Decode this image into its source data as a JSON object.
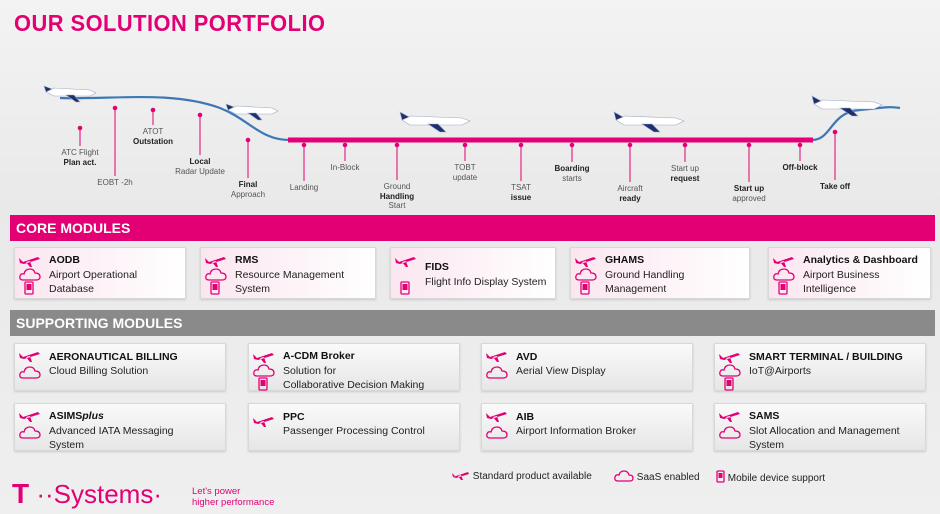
{
  "title": "OUR SOLUTION PORTFOLIO",
  "colors": {
    "magenta": "#e20074",
    "grey_band": "#8a8a8a",
    "flight_line": "#3d78b4"
  },
  "timeline": {
    "events": [
      {
        "line1": "ATC Flight",
        "line2": "Plan act.",
        "bold": 2
      },
      {
        "line1": "EOBT -2h",
        "line2": "",
        "bold": 0
      },
      {
        "line1": "ATOT",
        "line2": "Outstation",
        "bold": 2
      },
      {
        "line1": "Local",
        "line2": "Radar Update",
        "bold": 1
      },
      {
        "line1": "Final",
        "line2": "Approach",
        "bold": 1
      },
      {
        "line1": "Landing",
        "line2": "",
        "bold": 0
      },
      {
        "line1": "In-Block",
        "line2": "",
        "bold": 0
      },
      {
        "line1": "Ground",
        "line2": "Handling",
        "line3": "Start",
        "bold": 2
      },
      {
        "line1": "TOBT",
        "line2": "update",
        "bold": 0
      },
      {
        "line1": "TSAT",
        "line2": "issue",
        "bold": 2
      },
      {
        "line1": "Boarding",
        "line2": "starts",
        "bold": 1
      },
      {
        "line1": "Aircraft",
        "line2": "ready",
        "bold": 2
      },
      {
        "line1": "Start up",
        "line2": "request",
        "bold": 2
      },
      {
        "line1": "Start up",
        "line2": "approved",
        "bold": 1
      },
      {
        "line1": "Off-block",
        "line2": "",
        "bold": 1
      },
      {
        "line1": "Take off",
        "line2": "",
        "bold": 1
      }
    ]
  },
  "core": {
    "heading": "CORE MODULES",
    "modules": [
      {
        "name": "AODB",
        "desc1": "Airport Operational",
        "desc2": "Database",
        "icons": [
          "plane-icon",
          "cloud-icon",
          "mobile-icon"
        ]
      },
      {
        "name": "RMS",
        "desc1": "Resource Management",
        "desc2": "System",
        "icons": [
          "plane-icon",
          "cloud-icon",
          "mobile-icon"
        ]
      },
      {
        "name": "FIDS",
        "desc1": "Flight Info Display System",
        "desc2": "",
        "icons": [
          "plane-icon",
          "mobile-icon"
        ]
      },
      {
        "name": "GHAMS",
        "desc1": "Ground Handling",
        "desc2": "Management",
        "icons": [
          "plane-icon",
          "cloud-icon",
          "mobile-icon"
        ]
      },
      {
        "name": "Analytics & Dashboard",
        "desc1": "Airport Business",
        "desc2": "Intelligence",
        "icons": [
          "plane-icon",
          "cloud-icon",
          "mobile-icon"
        ]
      }
    ]
  },
  "supporting": {
    "heading": "SUPPORTING MODULES",
    "modules": [
      {
        "name": "AERONAUTICAL BILLING",
        "desc1": "Cloud Billing Solution",
        "desc2": "",
        "icons": [
          "plane-icon",
          "cloud-icon"
        ]
      },
      {
        "name": "A-CDM Broker",
        "desc1": "Solution for",
        "desc2": "Collaborative Decision Making",
        "icons": [
          "plane-icon",
          "cloud-icon",
          "mobile-icon"
        ]
      },
      {
        "name": "AVD",
        "desc1": "Aerial View Display",
        "desc2": "",
        "icons": [
          "plane-icon",
          "cloud-icon"
        ]
      },
      {
        "name": "SMART TERMINAL / BUILDING",
        "desc1": "IoT@Airports",
        "desc2": "",
        "icons": [
          "plane-icon",
          "cloud-icon",
          "mobile-icon"
        ]
      },
      {
        "name": "ASIMS",
        "name_italic": "plus",
        "desc1": "Advanced IATA Messaging",
        "desc2": "System",
        "icons": [
          "plane-icon",
          "cloud-icon"
        ]
      },
      {
        "name": "PPC",
        "desc1": "Passenger Processing Control",
        "desc2": "",
        "icons": [
          "plane-icon"
        ]
      },
      {
        "name": "AIB",
        "desc1": "Airport Information Broker",
        "desc2": "",
        "icons": [
          "plane-icon",
          "cloud-icon"
        ]
      },
      {
        "name": "SAMS",
        "desc1": "Slot Allocation and Management",
        "desc2": "System",
        "icons": [
          "plane-icon",
          "cloud-icon"
        ]
      }
    ]
  },
  "legend": {
    "standard": "Standard product available",
    "saas": "SaaS enabled",
    "mobile": "Mobile device support"
  },
  "brand": {
    "logo_text": "T ··Systems·",
    "slogan1": "Let's power",
    "slogan2": "higher performance"
  }
}
